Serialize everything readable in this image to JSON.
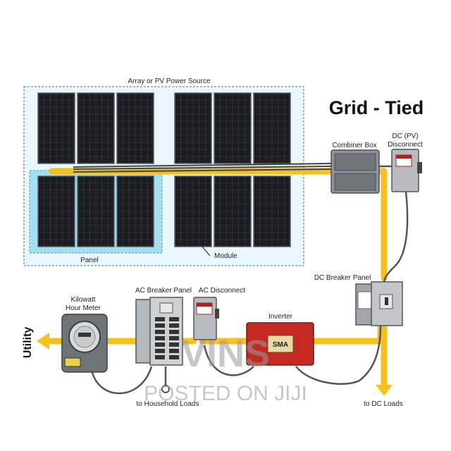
{
  "title": "Grid - Tied",
  "labels": {
    "array": "Array or PV Power Source",
    "panel": "Panel",
    "module": "Module",
    "combiner_box": "Combiner Box",
    "dc_disconnect_line1": "DC (PV)",
    "dc_disconnect_line2": "Disconnect",
    "dc_breaker_panel": "DC  Breaker Panel",
    "inverter": "Inverter",
    "ac_disconnect": "AC Disconnect",
    "ac_breaker_panel": "AC Breaker Panel",
    "meter_line1": "Kilowatt",
    "meter_line2": "Hour Meter",
    "utility": "Utility",
    "household_loads": "to Household Loads",
    "dc_loads": "to DC Loads"
  },
  "inverter_badge": "SMA",
  "watermark": {
    "brand": "VINS",
    "posted": "POSTED ON JIJI"
  },
  "colors": {
    "wire": "#f6c020",
    "cable": "#555555",
    "array_frame": "#bfe9f6",
    "panel_highlight": "#8fd6ef",
    "solar_cell": "#1c1c22",
    "inverter": "#c42a22",
    "enclosure": "#9aa0a6"
  }
}
